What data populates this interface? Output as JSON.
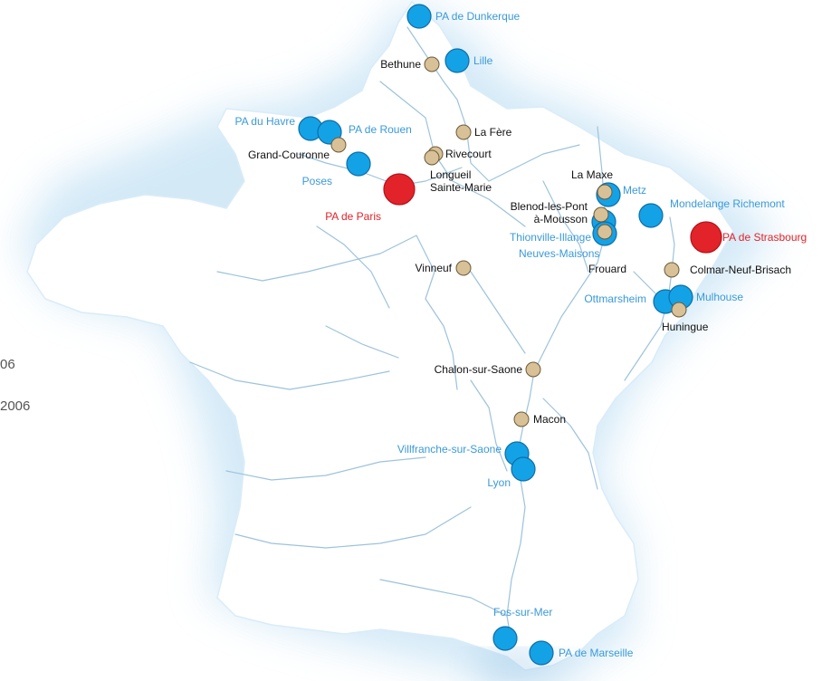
{
  "legend": {
    "line1": "06",
    "line2": "2006"
  },
  "colors": {
    "major_port": "#e2232a",
    "autonomous_port": "#14a2e6",
    "secondary_port": "#d8c196",
    "river": "#9cc3dc",
    "land": "#ffffff",
    "sea_glow": "#cfe7f6"
  },
  "categories": {
    "major": {
      "color": "#e2232a",
      "icon": "large-red-circle"
    },
    "autonomous": {
      "color": "#14a2e6",
      "icon": "blue-circle"
    },
    "secondary": {
      "color": "#d8c196",
      "icon": "small-tan-circle"
    }
  },
  "ports": [
    {
      "id": "dunkerque",
      "name": "PA de Dunkerque",
      "kind": "autonomous"
    },
    {
      "id": "lille",
      "name": "Lille",
      "kind": "autonomous"
    },
    {
      "id": "bethune",
      "name": "Bethune",
      "kind": "secondary"
    },
    {
      "id": "havre",
      "name": "PA du Havre",
      "kind": "autonomous"
    },
    {
      "id": "rouen",
      "name": "PA de Rouen",
      "kind": "autonomous"
    },
    {
      "id": "grand-couronne",
      "name": "Grand-Couronne",
      "kind": "secondary"
    },
    {
      "id": "la-fere",
      "name": "La Fère",
      "kind": "secondary"
    },
    {
      "id": "rivecourt",
      "name": "Rivecourt",
      "kind": "secondary"
    },
    {
      "id": "longueil",
      "name": "Longueil",
      "name2": "Sainte-Marie",
      "kind": "secondary"
    },
    {
      "id": "poses",
      "name": "Poses",
      "kind": "autonomous"
    },
    {
      "id": "paris",
      "name": "PA de Paris",
      "kind": "major"
    },
    {
      "id": "la-maxe",
      "name": "La Maxe",
      "kind": "secondary"
    },
    {
      "id": "metz",
      "name": "Metz",
      "kind": "autonomous"
    },
    {
      "id": "blenod",
      "name": "Blenod-les-Pont",
      "name2": "à-Mousson",
      "kind": "secondary"
    },
    {
      "id": "thionville",
      "name": "Thionville-Illange",
      "kind": "autonomous"
    },
    {
      "id": "neuves-maisons",
      "name": "Neuves-Maisons",
      "kind": "autonomous"
    },
    {
      "id": "frouard",
      "name": "Frouard",
      "kind": "secondary"
    },
    {
      "id": "mondelange",
      "name": "Mondelange Richemont",
      "kind": "autonomous"
    },
    {
      "id": "strasbourg",
      "name": "PA de Strasbourg",
      "kind": "major"
    },
    {
      "id": "colmar",
      "name": "Colmar-Neuf-Brisach",
      "kind": "secondary"
    },
    {
      "id": "ottmarsheim",
      "name": "Ottmarsheim",
      "kind": "autonomous"
    },
    {
      "id": "mulhouse",
      "name": "Mulhouse",
      "kind": "autonomous"
    },
    {
      "id": "huningue",
      "name": "Huningue",
      "kind": "secondary"
    },
    {
      "id": "vinneuf",
      "name": "Vinneuf",
      "kind": "secondary"
    },
    {
      "id": "chalon",
      "name": "Chalon-sur-Saone",
      "kind": "secondary"
    },
    {
      "id": "macon",
      "name": "Macon",
      "kind": "secondary"
    },
    {
      "id": "villefranche",
      "name": "Villfranche-sur-Saone",
      "kind": "autonomous"
    },
    {
      "id": "lyon",
      "name": "Lyon",
      "kind": "autonomous"
    },
    {
      "id": "fos",
      "name": "Fos-sur-Mer",
      "kind": "autonomous"
    },
    {
      "id": "marseille",
      "name": "PA de Marseille",
      "kind": "autonomous"
    }
  ]
}
